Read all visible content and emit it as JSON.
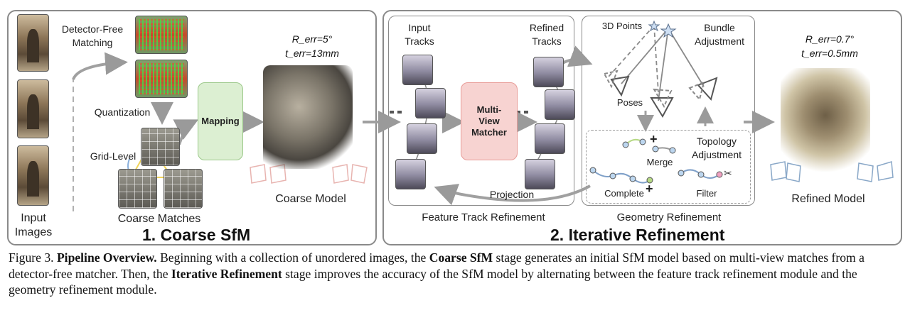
{
  "coarse_sfm": {
    "input_label": "Input Images",
    "detector_free_label": "Detector-Free Matching",
    "quantization_label": "Quantization",
    "grid_level_label": "Grid-Level",
    "coarse_matches_label": "Coarse Matches",
    "mapping_label": "Mapping",
    "r_err": "R_err=5°",
    "t_err": "t_err=13mm",
    "coarse_model_label": "Coarse Model",
    "stage_title": "1. Coarse SfM"
  },
  "feature_track": {
    "input_tracks_label": "Input Tracks",
    "refined_tracks_label": "Refined Tracks",
    "matcher_label": "Multi-View Matcher",
    "projection_label": "Projection",
    "section_label": "Feature Track Refinement"
  },
  "geometry": {
    "points_label": "3D Points",
    "ba_label": "Bundle Adjustment",
    "poses_label": "Poses",
    "topology_label": "Topology Adjustment",
    "merge_label": "Merge",
    "complete_label": "Complete",
    "filter_label": "Filter",
    "section_label": "Geometry Refinement"
  },
  "refined": {
    "r_err": "R_err=0.7°",
    "t_err": "t_err=0.5mm",
    "model_label": "Refined Model"
  },
  "iterative": {
    "stage_title": "2. Iterative Refinement"
  },
  "caption": {
    "lead": "Figure 3. ",
    "title": "Pipeline Overview.",
    "t1": " Beginning with a collection of unordered images, the ",
    "k1": "Coarse SfM",
    "t2": " stage generates an initial SfM model based on multi-view matches from a detector-free matcher. Then, the ",
    "k2": "Iterative Refinement",
    "t3": " stage improves the accuracy of the SfM model by alternating between the feature track refinement module and the geometry refinement module."
  },
  "colors": {
    "mapping_fill": "#dcefd2",
    "mapping_border": "#9cc98a",
    "matcher_fill": "#f7d3d1",
    "matcher_border": "#e89c98",
    "track_point": "#b6d985",
    "refined_point": "#bcd6ef",
    "arrow_gray": "#9a9a9a"
  }
}
